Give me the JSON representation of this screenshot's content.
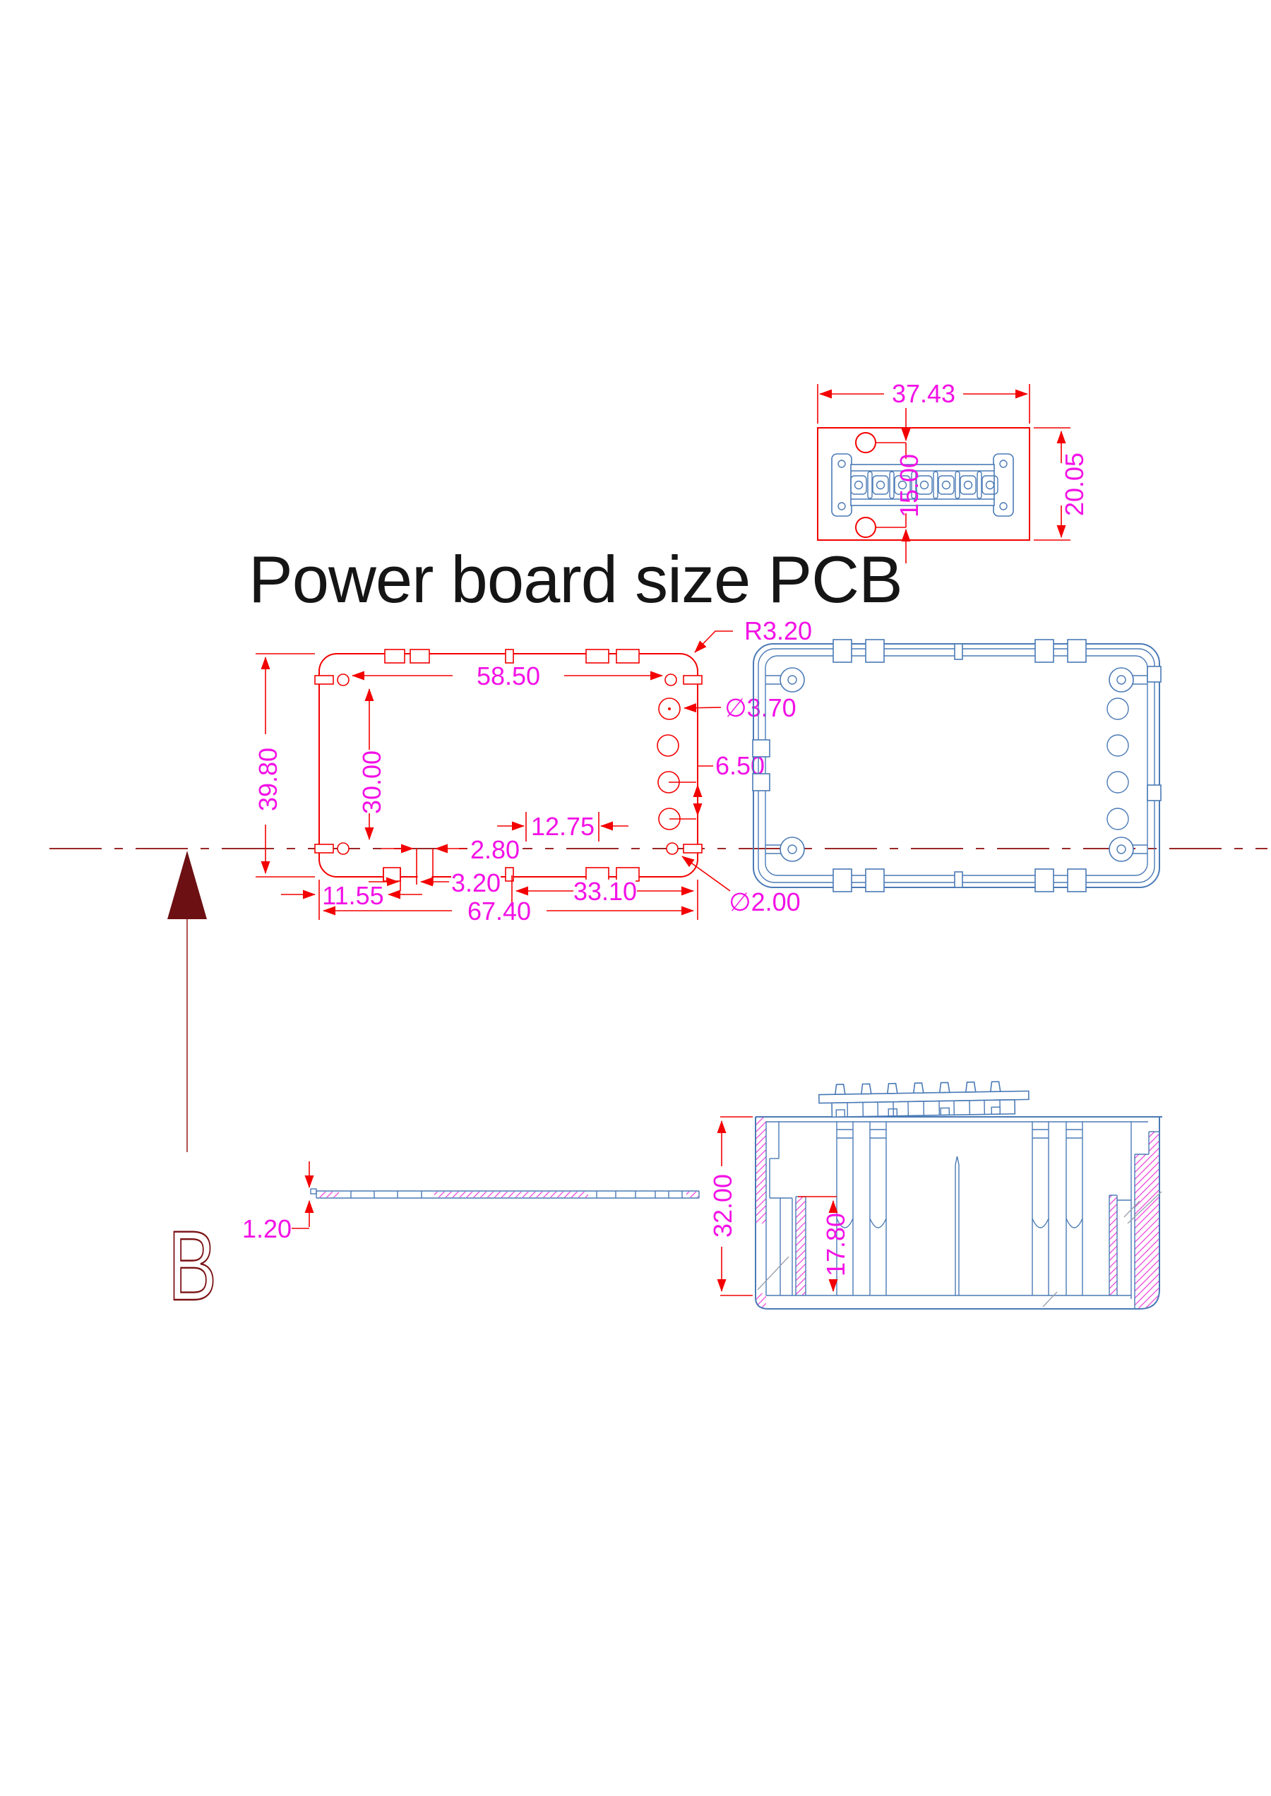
{
  "title": "Power board size PCB",
  "section_label": "B",
  "colors": {
    "line_red": "#f30000",
    "dim_magenta": "#f311e6",
    "part_blue": "#4a7ab6",
    "hatch_magenta": "#ee3ad8",
    "centerline_maroon": "#9c2727",
    "title_black": "#151515"
  },
  "detail_view": {
    "width": "37.43",
    "height": "20.05",
    "hole_spacing": "15.00"
  },
  "pcb_view": {
    "corner_radius": "R3.20",
    "hole_span_x": "58.50",
    "big_hole_dia": "∅3.70",
    "hole_pitch": "6.50",
    "board_height": "39.80",
    "hole_span_y": "30.00",
    "slot_offset": "12.75",
    "slot_width": "2.80",
    "notch_width": "3.20",
    "left_offset": "11.55",
    "right_offset": "33.10",
    "board_width": "67.40",
    "small_hole_dia": "∅2.00"
  },
  "side_view": {
    "pcb_thickness": "1.20"
  },
  "section_view": {
    "outer_height": "32.00",
    "inner_height": "17.80"
  }
}
